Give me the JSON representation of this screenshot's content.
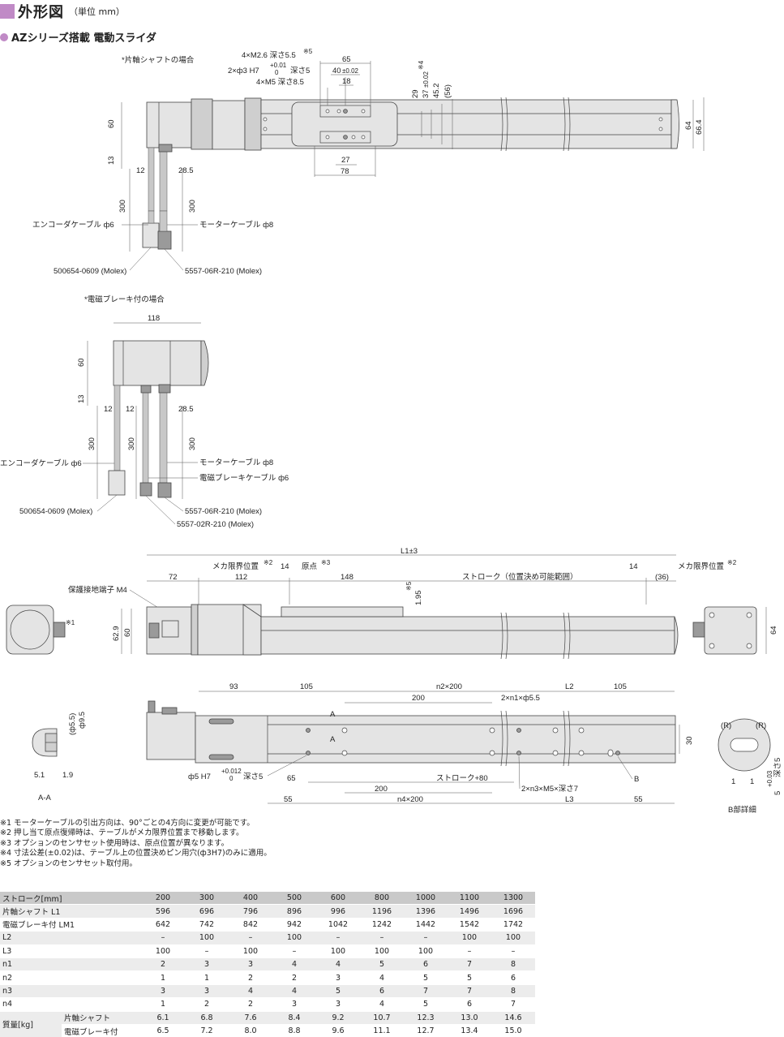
{
  "header": {
    "title": "外形図",
    "unit": "（単位 mm）",
    "section": "AZシリーズ搭載 電動スライダ"
  },
  "view1": {
    "caption": "*片軸シャフトの場合",
    "dims": {
      "d60": "60",
      "d13": "13",
      "d12": "12",
      "d28_5": "28.5",
      "d300a": "300",
      "d300b": "300",
      "d65": "65",
      "d40": "40",
      "d40tol": "±0.02",
      "d18": "18",
      "d27": "27",
      "d78": "78",
      "d29": "29",
      "d37": "37",
      "d37tol": "±0.02",
      "d37note": "※4",
      "d45_2": "45.2",
      "d56": "(56)",
      "d64": "64",
      "d66_4": "66.4"
    },
    "holes": {
      "m26": "4×M2.6 深さ5.5",
      "m26note": "※5",
      "pin": "2×ф3 H7",
      "pintol_up": "+0.01",
      "pintol_low": "0",
      "pindepth": "深さ5",
      "m5": "4×M5 深さ8.5"
    },
    "cables": {
      "encoder": "エンコーダケーブル ф6",
      "motor": "モーターケーブル ф8",
      "encoder_connector": "500654-0609 (Molex)",
      "motor_connector": "5557-06R-210 (Molex)"
    }
  },
  "view2": {
    "caption": "*電磁ブレーキ付の場合",
    "dims": {
      "d118": "118",
      "d60": "60",
      "d13": "13",
      "d12a": "12",
      "d12b": "12",
      "d28_5": "28.5",
      "d300a": "300",
      "d300b": "300",
      "d300c": "300"
    },
    "cables": {
      "encoder": "エンコーダケーブル ф6",
      "motor": "モーターケーブル ф8",
      "brake": "電磁ブレーキケーブル ф6",
      "encoder_connector": "500654-0609 (Molex)",
      "motor_connector": "5557-06R-210 (Molex)",
      "brake_connector": "5557-02R-210 (Molex)"
    }
  },
  "view3": {
    "dims": {
      "L1": "L1±3",
      "d72": "72",
      "d112": "112",
      "d14a": "14",
      "d148": "148",
      "stroke": "ストローク（位置決め可能範囲）",
      "d14b": "14",
      "d36": "(36)",
      "d1_95": "1.95",
      "d1_95note": "※5",
      "d62_9": "62.9",
      "d60": "60",
      "d64": "64"
    },
    "labels": {
      "mech_limit_left": "メカ限界位置",
      "mech_limit_left_note": "※2",
      "origin": "原点",
      "origin_note": "※3",
      "mech_limit_right": "メカ限界位置",
      "mech_limit_right_note": "※2",
      "ground": "保護接地端子 M4",
      "note1": "※1"
    }
  },
  "view4": {
    "dims": {
      "d93": "93",
      "d105a": "105",
      "n2x200": "n2×200",
      "L2": "L2",
      "d105b": "105",
      "d200a": "200",
      "d65": "65",
      "d200b": "200",
      "stroke80": "ストローク+80",
      "d55a": "55",
      "n4x200": "n4×200",
      "L3": "L3",
      "d55b": "55",
      "d30": "30"
    },
    "labels": {
      "holes_n1": "2×n1×ф5.5",
      "holes_n3": "2×n3×M5×深さ7",
      "pin": "ф5 H7",
      "pintol_up": "+0.012",
      "pintol_low": "0",
      "pindepth": "深さ5",
      "secA": "A",
      "secB": "B"
    }
  },
  "sectionAA": {
    "label": "A-A",
    "dims": {
      "d5_5": "(ф5.5)",
      "d9_5": "ф9.5",
      "d5_1": "5.1",
      "d1_9": "1.9"
    }
  },
  "detailB": {
    "label": "B部詳細",
    "dims": {
      "r1": "(R)",
      "r2": "(R)",
      "d1a": "1",
      "d1b": "1",
      "d5": "5",
      "d5tol_up": "+0.03",
      "d5tol_low": "0",
      "depth": "深さ5"
    }
  },
  "notes": [
    "※1 モーターケーブルの引出方向は、90°ごとの4方向に変更が可能です。",
    "※2 押し当て原点復帰時は、テーブルがメカ限界位置まで移動します。",
    "※3 オプションのセンサセット使用時は、原点位置が異なります。",
    "※4 寸法公差(±0.02)は、テーブル上の位置決めピン用穴(ф3H7)のみに適用。",
    "※5 オプションのセンサセット取付用。"
  ],
  "table": {
    "header_label": "ストローク[mm]",
    "strokes": [
      "200",
      "300",
      "400",
      "500",
      "600",
      "800",
      "1000",
      "1100",
      "1300"
    ],
    "rows": [
      {
        "label": "片軸シャフト L1",
        "values": [
          "596",
          "696",
          "796",
          "896",
          "996",
          "1196",
          "1396",
          "1496",
          "1696"
        ]
      },
      {
        "label": "電磁ブレーキ付 LM1",
        "values": [
          "642",
          "742",
          "842",
          "942",
          "1042",
          "1242",
          "1442",
          "1542",
          "1742"
        ]
      },
      {
        "label": "L2",
        "values": [
          "–",
          "100",
          "–",
          "100",
          "–",
          "–",
          "–",
          "100",
          "100"
        ]
      },
      {
        "label": "L3",
        "values": [
          "100",
          "–",
          "100",
          "–",
          "100",
          "100",
          "100",
          "–",
          "–"
        ]
      },
      {
        "label": "n1",
        "values": [
          "2",
          "3",
          "3",
          "4",
          "4",
          "5",
          "6",
          "7",
          "8"
        ]
      },
      {
        "label": "n2",
        "values": [
          "1",
          "1",
          "2",
          "2",
          "3",
          "4",
          "5",
          "5",
          "6"
        ]
      },
      {
        "label": "n3",
        "values": [
          "3",
          "3",
          "4",
          "4",
          "5",
          "6",
          "7",
          "7",
          "8"
        ]
      },
      {
        "label": "n4",
        "values": [
          "1",
          "2",
          "2",
          "3",
          "3",
          "4",
          "5",
          "6",
          "7"
        ]
      }
    ],
    "mass": {
      "label": "質量[kg]",
      "rows": [
        {
          "label": "片軸シャフト",
          "values": [
            "6.1",
            "6.8",
            "7.6",
            "8.4",
            "9.2",
            "10.7",
            "12.3",
            "13.0",
            "14.6"
          ]
        },
        {
          "label": "電磁ブレーキ付",
          "values": [
            "6.5",
            "7.2",
            "8.0",
            "8.8",
            "9.6",
            "11.1",
            "12.7",
            "13.4",
            "15.0"
          ]
        }
      ]
    }
  }
}
